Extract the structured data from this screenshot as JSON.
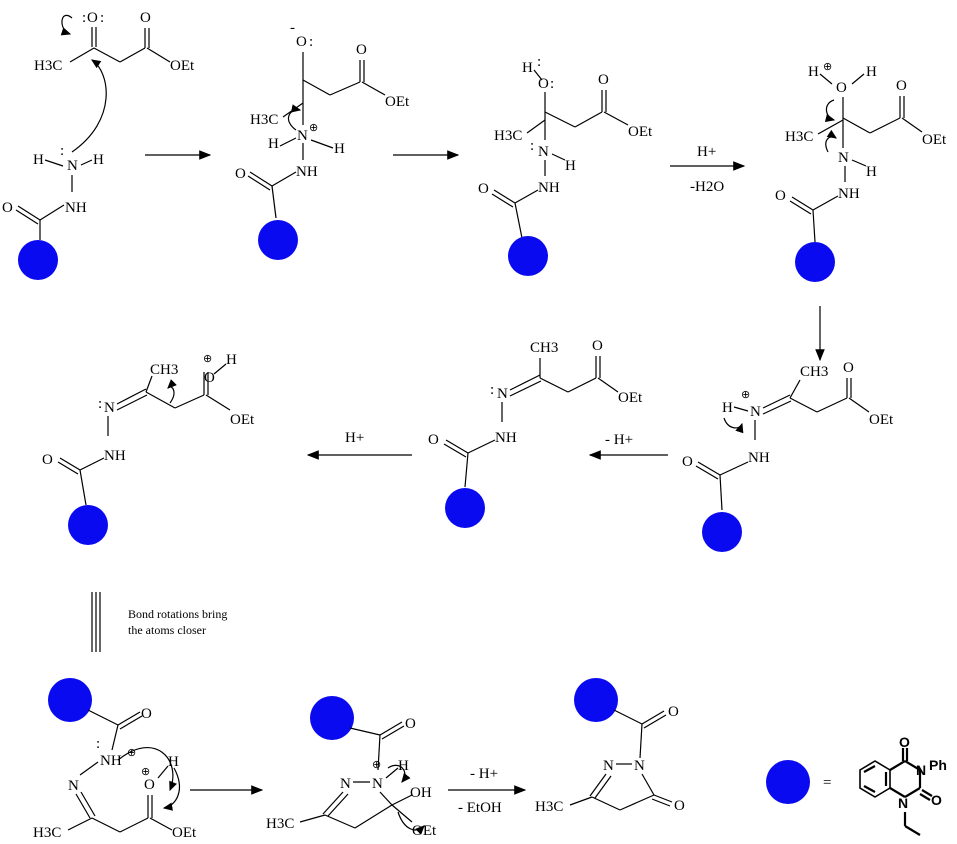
{
  "atoms": {
    "O": "O",
    "OEt": "OEt",
    "OH": "OH",
    "H": "H",
    "N": "N",
    "NH": "NH",
    "H3C": "H3C",
    "CH3": "CH3",
    "Ph": "Ph",
    "lone_pair": ":",
    "neg_charge": "-",
    "plus_charge": "⊕"
  },
  "conditions": {
    "step3_top": "H+",
    "step3_bottom": "-H2O",
    "step6": "- H+",
    "step7": "H+",
    "final_top": "- H+",
    "final_bottom": "- EtOH"
  },
  "note": {
    "line1": "Bond rotations bring",
    "line2": "the atoms closer"
  },
  "legend": {
    "equals": "="
  },
  "colors": {
    "bead": "#0a0af0"
  }
}
